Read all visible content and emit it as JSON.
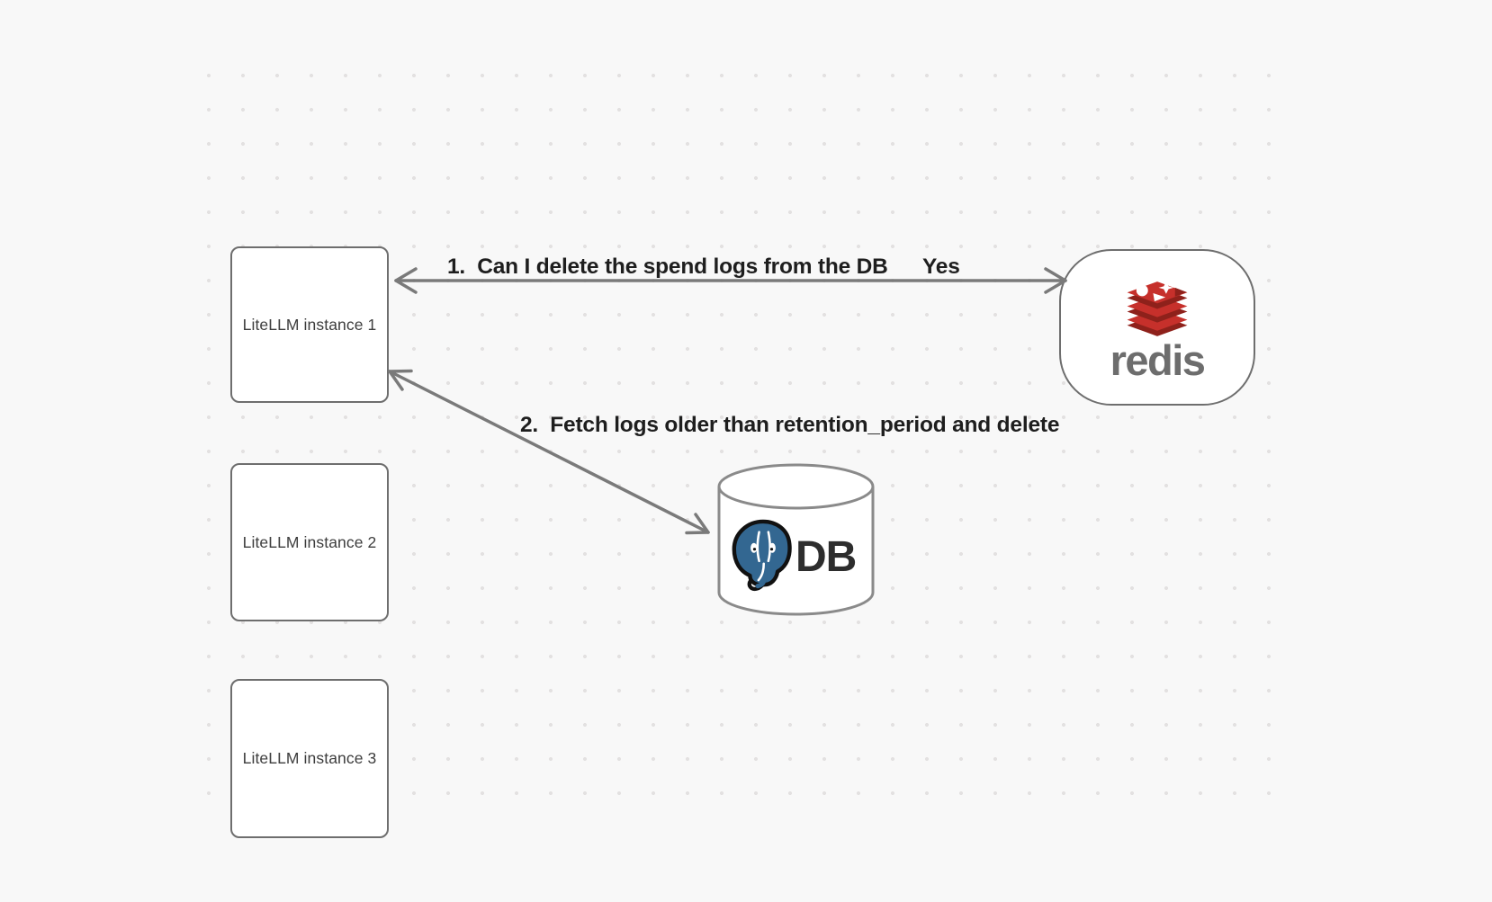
{
  "canvas": {
    "background": "#f8f8f8",
    "dot_color": "#e3e1e1",
    "node_border_color": "#6e6e6e",
    "arrow_color": "#7a7a7a"
  },
  "nodes": {
    "instances": [
      {
        "label": "LiteLLM instance 1"
      },
      {
        "label": "LiteLLM instance 2"
      },
      {
        "label": "LiteLLM instance 3"
      }
    ],
    "redis": {
      "label": "redis",
      "icon": "redis-logo-icon",
      "red": "#c6302b",
      "dark_red": "#8e211b",
      "wordmark_color": "#6d6d6d"
    },
    "db": {
      "label": "DB",
      "icon": "postgresql-elephant-icon",
      "blue": "#336791",
      "cylinder_stroke": "#8a8a8a"
    }
  },
  "annotations": {
    "arrow1_label": "1.  Can I delete the spend logs from the DB",
    "arrow1_answer": "Yes",
    "arrow2_label": "2.  Fetch logs older than retention_period and delete"
  }
}
